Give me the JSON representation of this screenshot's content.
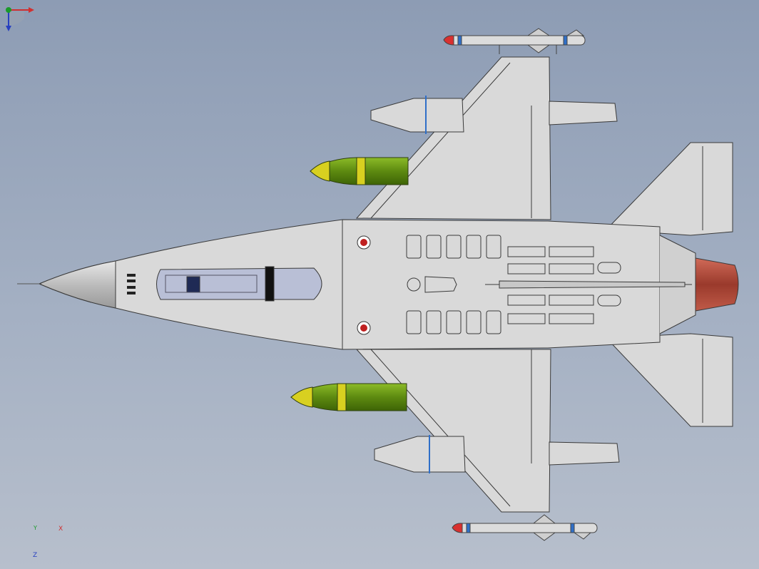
{
  "viewport": {
    "background_top": "#8d9cb4",
    "background_bottom": "#b7bfcc"
  },
  "model": {
    "subject": "fighter-jet-top-view",
    "colors": {
      "body": "#d9d9d9",
      "outline": "#3a3a3a",
      "canopy": "#b9bfd6",
      "bomb_body": "#5d8a10",
      "bomb_band": "#d8d020",
      "nozzle": "#b04a3a",
      "missile_tip": "#d83030",
      "missile_band": "#2f6fc8",
      "roundel": "#c02020"
    }
  },
  "triad": {
    "x_label": "X",
    "y_label": "Y",
    "z_label": "Z",
    "x_color": "#d03030",
    "y_color": "#1a9a2a",
    "z_color": "#2840c0"
  }
}
